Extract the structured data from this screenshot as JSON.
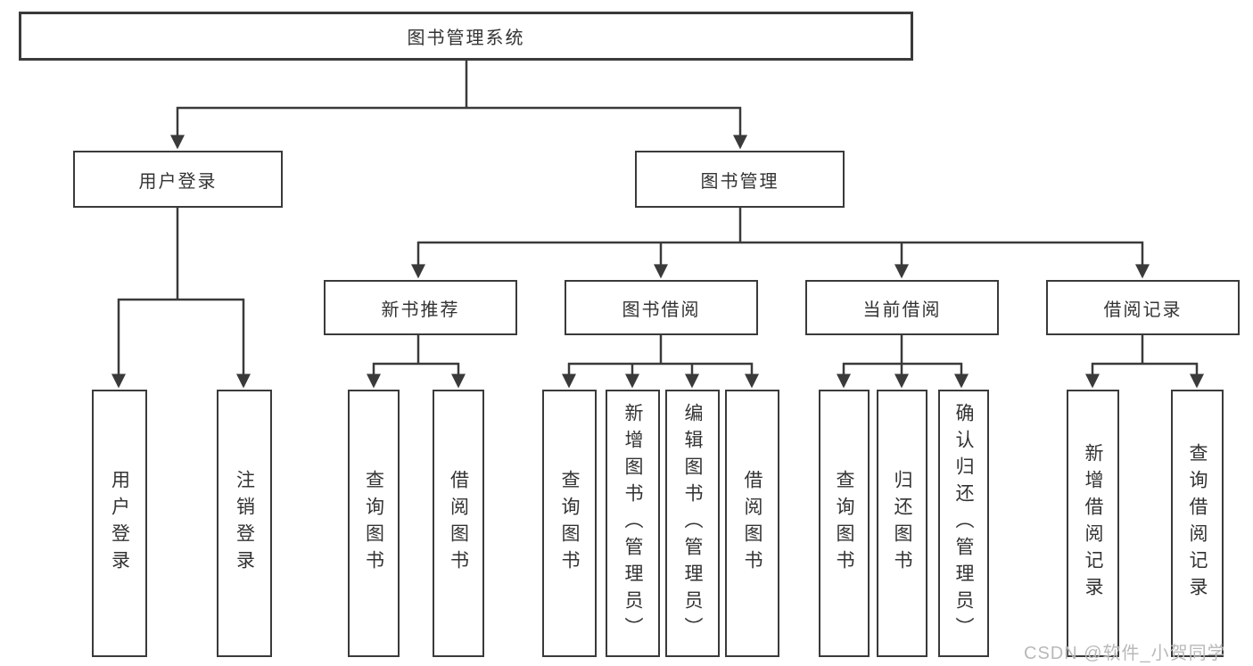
{
  "tree": {
    "label": "图书管理系统",
    "children": [
      {
        "label": "用户登录",
        "children": [
          {
            "label": "用户登录"
          },
          {
            "label": "注销登录"
          }
        ]
      },
      {
        "label": "图书管理",
        "children": [
          {
            "label": "新书推荐",
            "children": [
              {
                "label": "查询图书"
              },
              {
                "label": "借阅图书"
              }
            ]
          },
          {
            "label": "图书借阅",
            "children": [
              {
                "label": "查询图书"
              },
              {
                "label": "新增图书（管理员）"
              },
              {
                "label": "编辑图书（管理员）"
              },
              {
                "label": "借阅图书"
              }
            ]
          },
          {
            "label": "当前借阅",
            "children": [
              {
                "label": "查询图书"
              },
              {
                "label": "归还图书"
              },
              {
                "label": "确认归还（管理员）"
              }
            ]
          },
          {
            "label": "借阅记录",
            "children": [
              {
                "label": "新增借阅记录"
              },
              {
                "label": "查询借阅记录"
              }
            ]
          }
        ]
      }
    ]
  },
  "watermark": {
    "text": "CSDN @软件_小贺同学"
  },
  "colors": {
    "line": "#3a3a3a",
    "text": "#333333",
    "background": "#ffffff",
    "watermark": "#b9b9b9"
  }
}
